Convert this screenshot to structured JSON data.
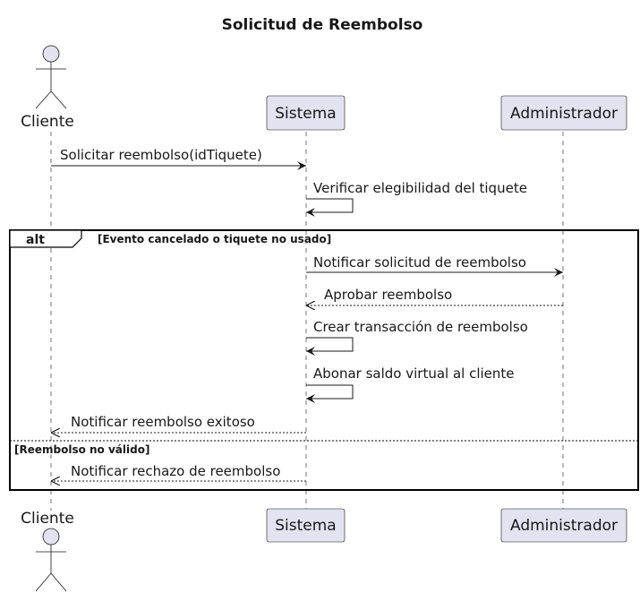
{
  "title": "Solicitud de Reembolso",
  "participants": [
    {
      "id": "cliente",
      "label": "Cliente",
      "kind": "actor"
    },
    {
      "id": "sistema",
      "label": "Sistema",
      "kind": "participant"
    },
    {
      "id": "admin",
      "label": "Administrador",
      "kind": "participant"
    }
  ],
  "messages": [
    {
      "from": "cliente",
      "to": "sistema",
      "label": "Solicitar reembolso(idTiquete)",
      "style": "solid"
    },
    {
      "from": "sistema",
      "to": "sistema",
      "label": "Verificar elegibilidad del tiquete",
      "style": "solid"
    },
    {
      "from": "sistema",
      "to": "admin",
      "label": "Notificar solicitud de reembolso",
      "style": "solid"
    },
    {
      "from": "admin",
      "to": "sistema",
      "label": "Aprobar reembolso",
      "style": "dashed"
    },
    {
      "from": "sistema",
      "to": "sistema",
      "label": "Crear transacción de reembolso",
      "style": "solid"
    },
    {
      "from": "sistema",
      "to": "sistema",
      "label": "Abonar saldo virtual al cliente",
      "style": "solid"
    },
    {
      "from": "sistema",
      "to": "cliente",
      "label": "Notificar reembolso exitoso",
      "style": "dashed"
    },
    {
      "from": "sistema",
      "to": "cliente",
      "label": "Notificar rechazo de reembolso",
      "style": "dashed"
    }
  ],
  "alt_frame": {
    "keyword": "alt",
    "guard_1": "[Evento cancelado o tiquete no usado]",
    "guard_2": "[Reembolso no válido]"
  }
}
